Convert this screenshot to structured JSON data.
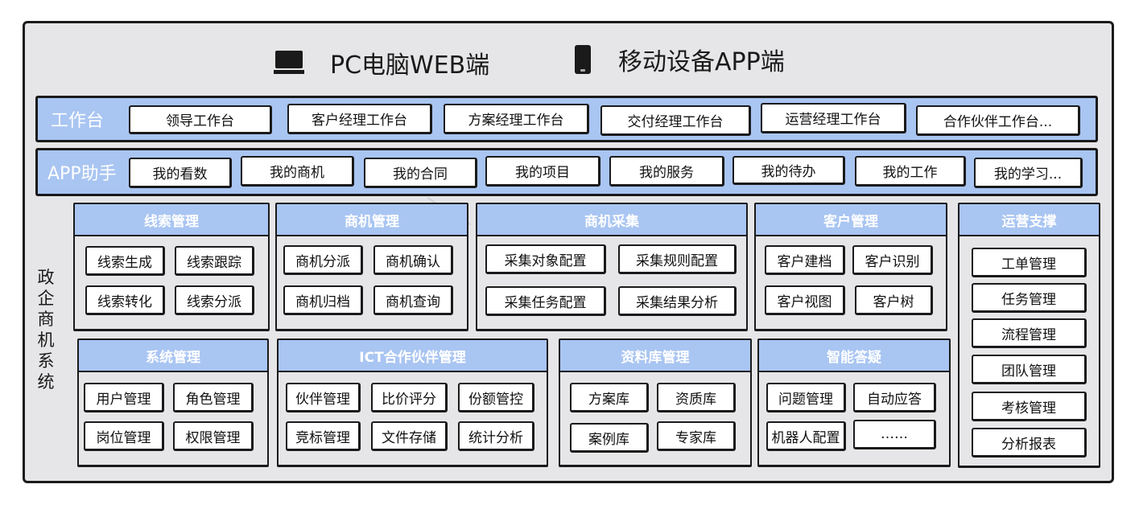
{
  "header": {
    "pc_label": "PC电脑WEB端",
    "mobile_label": "移动设备APP端",
    "pc_icon": "monitor-icon",
    "mobile_icon": "phone-icon"
  },
  "workbench": {
    "label": "工作台",
    "items": [
      "领导工作台",
      "客户经理工作台",
      "方案经理工作台",
      "交付经理工作台",
      "运营经理工作台",
      "合作伙伴工作台..."
    ]
  },
  "app_assistant": {
    "label": "APP助手",
    "items": [
      "我的看数",
      "我的商机",
      "我的合同",
      "我的项目",
      "我的服务",
      "我的待办",
      "我的工作",
      "我的学习..."
    ]
  },
  "system_title": "政企商机系统",
  "modules": [
    {
      "title": "线索管理",
      "items": [
        "线索生成",
        "线索跟踪",
        "线索转化",
        "线索分派"
      ]
    },
    {
      "title": "商机管理",
      "items": [
        "商机分派",
        "商机确认",
        "商机归档",
        "商机查询"
      ]
    },
    {
      "title": "商机采集",
      "items": [
        "采集对象配置",
        "采集规则配置",
        "采集任务配置",
        "采集结果分析"
      ]
    },
    {
      "title": "客户管理",
      "items": [
        "客户建档",
        "客户识别",
        "客户视图",
        "客户树"
      ]
    },
    {
      "title": "运营支撑",
      "items": [
        "工单管理",
        "任务管理",
        "流程管理",
        "团队管理",
        "考核管理",
        "分析报表"
      ]
    },
    {
      "title": "系统管理",
      "items": [
        "用户管理",
        "角色管理",
        "岗位管理",
        "权限管理"
      ]
    },
    {
      "title": "ICT合作伙伴管理",
      "items": [
        "伙伴管理",
        "比价评分",
        "份额管控",
        "竞标管理",
        "文件存储",
        "统计分析"
      ]
    },
    {
      "title": "资料库管理",
      "items": [
        "方案库",
        "资质库",
        "案例库",
        "专家库"
      ]
    },
    {
      "title": "智能答疑",
      "items": [
        "问题管理",
        "自动应答",
        "机器人配置",
        "……"
      ]
    }
  ],
  "colors": {
    "accent_blue": "#a9c5f2",
    "frame_gray": "#e6e6e8",
    "outline": "#1a1a1a"
  }
}
